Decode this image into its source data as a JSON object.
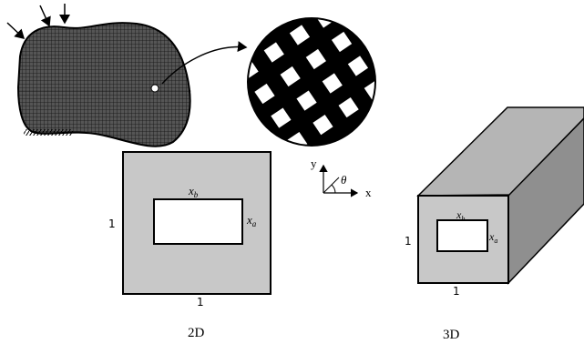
{
  "panels": {
    "two_d": {
      "caption": "2D",
      "side_label_left": "1",
      "side_label_bottom": "1",
      "hole_width_label": "x",
      "hole_width_sub": "b",
      "hole_height_label": "x",
      "hole_height_sub": "a"
    },
    "three_d": {
      "caption": "3D",
      "side_label_left": "1",
      "side_label_bottom": "1",
      "hole_width_label": "x",
      "hole_width_sub": "b",
      "hole_height_label": "x",
      "hole_height_sub": "a"
    }
  },
  "axes": {
    "y_label": "y",
    "x_label": "x",
    "angle_label": "θ"
  },
  "colors": {
    "solid_gray": "#c8c8c8",
    "dark_gray": "#8f8f8f",
    "mid_gray": "#b5b5b5",
    "black": "#000000",
    "white": "#ffffff"
  }
}
